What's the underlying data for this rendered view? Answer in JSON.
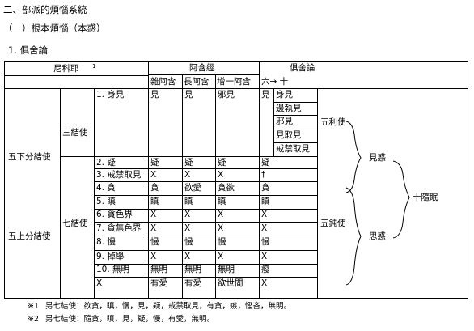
{
  "headings": {
    "h1": "二、部派的煩惱系統",
    "h2": "（一）根本煩惱（本惑）",
    "h3": "1. 俱舍論"
  },
  "header": {
    "col_nikaya": "尼科耶",
    "col_nikaya_note": "1",
    "col_agama": "阿含經",
    "col_kosa": "俱舍論",
    "sub_dirgha": "雜阿含",
    "sub_madhyama": "長阿含",
    "sub_ekottara": "增一阿含",
    "sub_kosa": "六→ 十"
  },
  "groups": {
    "five_lower": "五下分結使",
    "five_upper": "五上分結使",
    "three_fetters": "三結使",
    "seven_fetters": "七結使"
  },
  "rows": [
    {
      "name": "1. 身見",
      "c1": "見",
      "c2": "見",
      "c3": "邪見",
      "c4": "見"
    },
    {
      "name": "2. 疑",
      "c1": "疑",
      "c2": "疑",
      "c3": "疑",
      "c4": "疑"
    },
    {
      "name": "3. 戒禁取見",
      "c1": "X",
      "c2": "X",
      "c3": "X",
      "c4": "†"
    },
    {
      "name": "4. 貪",
      "c1": "貪",
      "c2": "欲愛",
      "c3": "貪欲",
      "c4": "貪"
    },
    {
      "name": "5. 瞋",
      "c1": "瞋",
      "c2": "瞋",
      "c3": "瞋",
      "c4": "瞋"
    },
    {
      "name": "6. 貪色界",
      "c1": "X",
      "c2": "X",
      "c3": "X",
      "c4": "X"
    },
    {
      "name": "7. 貪無色界",
      "c1": "X",
      "c2": "X",
      "c3": "X",
      "c4": "X"
    },
    {
      "name": "8. 慢",
      "c1": "慢",
      "c2": "慢",
      "c3": "慢",
      "c4": "慢"
    },
    {
      "name": "9. 掉舉",
      "c1": "X",
      "c2": "X",
      "c3": "X",
      "c4": "X"
    },
    {
      "name": "10. 無明",
      "c1": "無明",
      "c2": "無明",
      "c3": "無明",
      "c4": "癡"
    },
    {
      "name": "X",
      "c1": "有愛",
      "c2": "有愛",
      "c3": "欲世間",
      "c4": "X"
    }
  ],
  "views": [
    "身見",
    "邊執見",
    "邪見",
    "見取見",
    "戒禁取見"
  ],
  "classes": {
    "five_sharp": "五利使",
    "five_dull": "五鈍使",
    "view_delusion": "見惑",
    "thought_delusion": "思惑",
    "ten_anusaya": "十隨眠"
  },
  "footnotes": {
    "n1_mark": "※1",
    "n1_text": "另七結使：欲貪，瞋，慢，見，疑，戒禁取見，有貪，嫉，慳吝，無明。",
    "n2_mark": "※2",
    "n2_text": "另七結使：隨貪，瞋，見，疑，慢，有愛，無明。"
  }
}
